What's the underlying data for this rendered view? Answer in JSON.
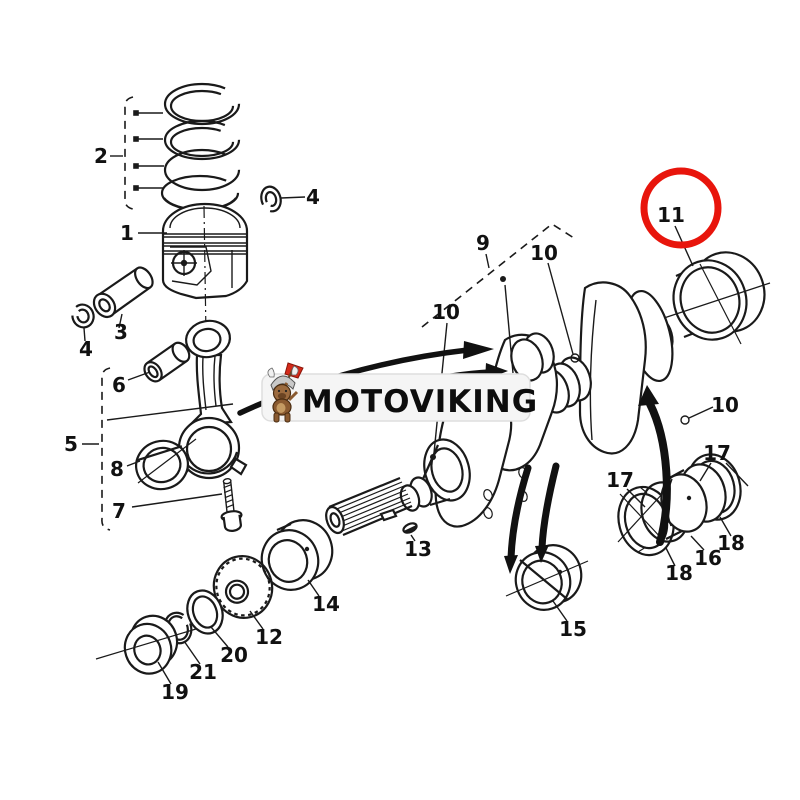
{
  "diagram": {
    "description": "Exploded parts diagram of an engine piston, connecting rod and crankshaft assembly",
    "background_color": "#ffffff",
    "line_color": "#1a1a1a"
  },
  "watermark": {
    "text": "MOTOVIKING",
    "mascot": "viking-dog-with-red-axe",
    "badge_color": "#f5f5f5",
    "accent_color": "#d42a1a"
  },
  "highlight": {
    "label": "11",
    "shape": "circle",
    "color": "#e8150c"
  },
  "callouts": {
    "c1": "1",
    "c2": "2",
    "c3": "3",
    "c4a": "4",
    "c4b": "4",
    "c5": "5",
    "c6": "6",
    "c7": "7",
    "c8": "8",
    "c9": "9",
    "c10a": "10",
    "c10b": "10",
    "c10c": "10",
    "c11": "11",
    "c12": "12",
    "c13": "13",
    "c14": "14",
    "c15": "15",
    "c16": "16",
    "c17a": "17",
    "c17b": "17",
    "c18a": "18",
    "c18b": "18",
    "c19": "19",
    "c20": "20",
    "c21": "21"
  }
}
